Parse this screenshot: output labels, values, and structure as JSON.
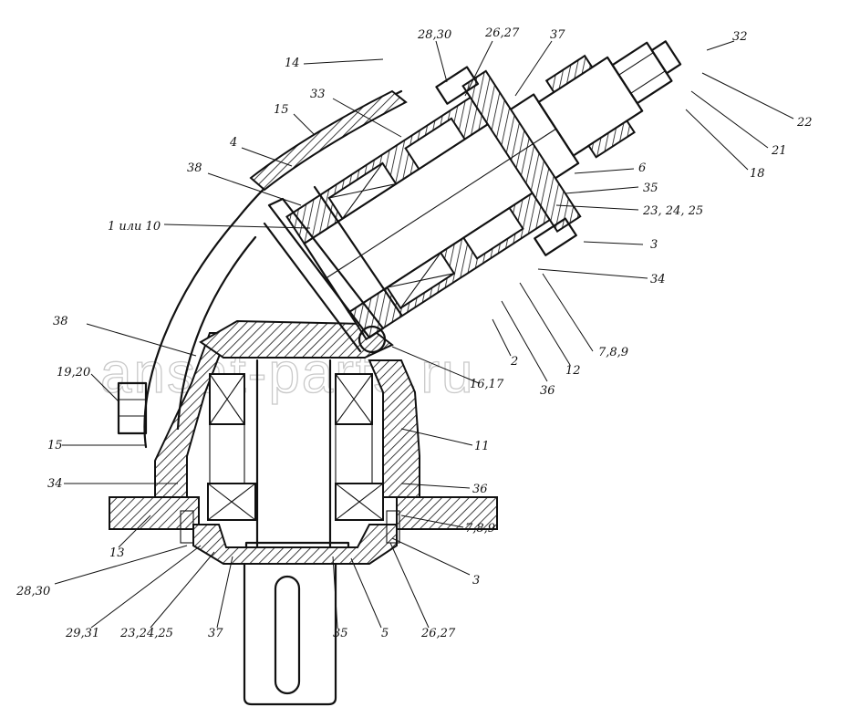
{
  "watermark": "ansat-parts.ru",
  "callouts": {
    "c14_top": "14",
    "c28_30_top": "28,30",
    "c26_27_top": "26,27",
    "c37_top": "37",
    "c32": "32",
    "c22": "22",
    "c21": "21",
    "c18": "18",
    "c33": "33",
    "c15_top": "15",
    "c4": "4",
    "c38_top": "38",
    "c1_or_10": "1 или 10",
    "c6": "6",
    "c35_right": "35",
    "c23_24_25_right": "23, 24, 25",
    "c3_right": "3",
    "c34_right": "34",
    "c38_left": "38",
    "c19_20": "19,20",
    "c2": "2",
    "c12": "12",
    "c7_8_9_top": "7,8,9",
    "c16_17": "16,17",
    "c36_mid": "36",
    "c15_left": "15",
    "c11": "11",
    "c34_left": "34",
    "c36_right": "36",
    "c7_8_9_right": "7,8,9",
    "c13": "13",
    "c3_bottom": "3",
    "c28_30_bottom": "28,30",
    "c29_31": "29,31",
    "c23_24_25_bottom": "23,24,25",
    "c37_bottom": "37",
    "c35_bottom": "35",
    "c5": "5",
    "c26_27_bottom": "26,27"
  }
}
